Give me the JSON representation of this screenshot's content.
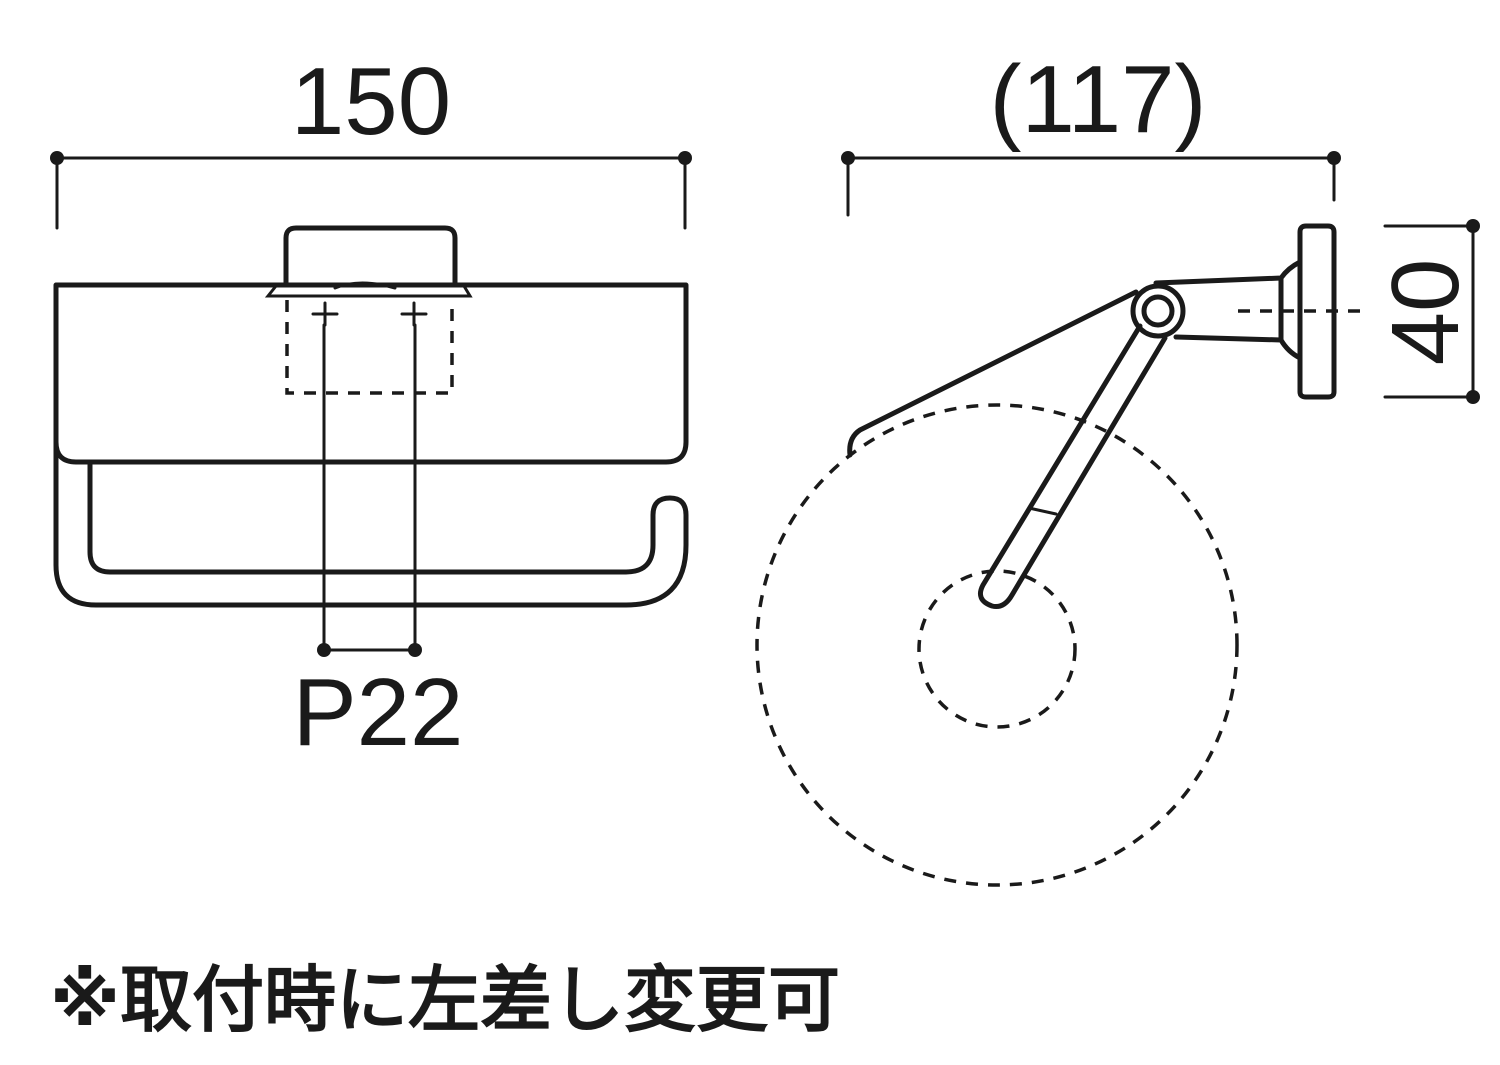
{
  "front_view": {
    "width_label": "150",
    "pitch_label": "P22"
  },
  "side_view": {
    "depth_label": "(117)",
    "height_label": "40"
  },
  "note": "※取付時に左差し変更可",
  "colors": {
    "line": "#1a1a1a",
    "background": "#ffffff"
  }
}
